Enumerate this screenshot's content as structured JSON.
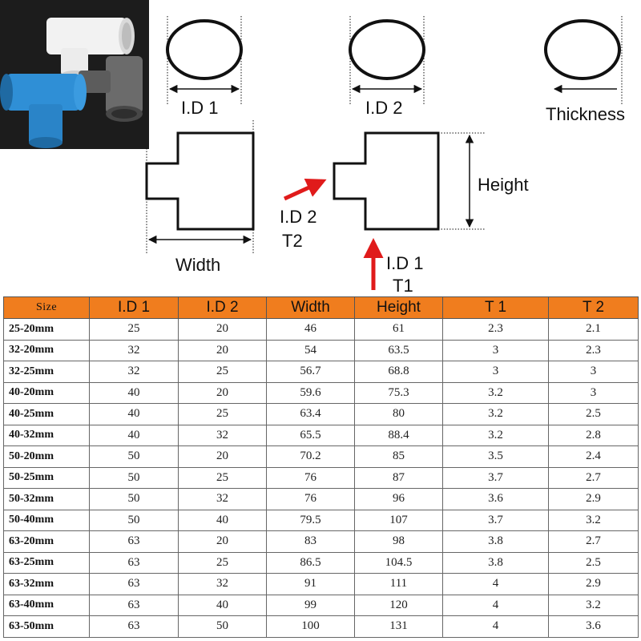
{
  "labels": {
    "id1": "I.D 1",
    "id2": "I.D 2",
    "thickness": "Thickness",
    "height": "Height",
    "width": "Width",
    "id2_arrow": "I.D 2",
    "t2": "T2",
    "id1_arrow": "I.D 1",
    "t1": "T1"
  },
  "colors": {
    "header_bg": "#f07d1e",
    "arrow": "#e01b1b",
    "pipe_white": "#f2f2f2",
    "pipe_blue": "#2f8fd6",
    "pipe_gray": "#6b6b6b"
  },
  "table": {
    "headers": [
      "Size",
      "I.D 1",
      "I.D 2",
      "Width",
      "Height",
      "T 1",
      "T 2"
    ],
    "rows": [
      [
        "25-20mm",
        "25",
        "20",
        "46",
        "61",
        "2.3",
        "2.1"
      ],
      [
        "32-20mm",
        "32",
        "20",
        "54",
        "63.5",
        "3",
        "2.3"
      ],
      [
        "32-25mm",
        "32",
        "25",
        "56.7",
        "68.8",
        "3",
        "3"
      ],
      [
        "40-20mm",
        "40",
        "20",
        "59.6",
        "75.3",
        "3.2",
        "3"
      ],
      [
        "40-25mm",
        "40",
        "25",
        "63.4",
        "80",
        "3.2",
        "2.5"
      ],
      [
        "40-32mm",
        "40",
        "32",
        "65.5",
        "88.4",
        "3.2",
        "2.8"
      ],
      [
        "50-20mm",
        "50",
        "20",
        "70.2",
        "85",
        "3.5",
        "2.4"
      ],
      [
        "50-25mm",
        "50",
        "25",
        "76",
        "87",
        "3.7",
        "2.7"
      ],
      [
        "50-32mm",
        "50",
        "32",
        "76",
        "96",
        "3.6",
        "2.9"
      ],
      [
        "50-40mm",
        "50",
        "40",
        "79.5",
        "107",
        "3.7",
        "3.2"
      ],
      [
        "63-20mm",
        "63",
        "20",
        "83",
        "98",
        "3.8",
        "2.7"
      ],
      [
        "63-25mm",
        "63",
        "25",
        "86.5",
        "104.5",
        "3.8",
        "2.5"
      ],
      [
        "63-32mm",
        "63",
        "32",
        "91",
        "111",
        "4",
        "2.9"
      ],
      [
        "63-40mm",
        "63",
        "40",
        "99",
        "120",
        "4",
        "3.2"
      ],
      [
        "63-50mm",
        "63",
        "50",
        "100",
        "131",
        "4",
        "3.6"
      ]
    ]
  }
}
